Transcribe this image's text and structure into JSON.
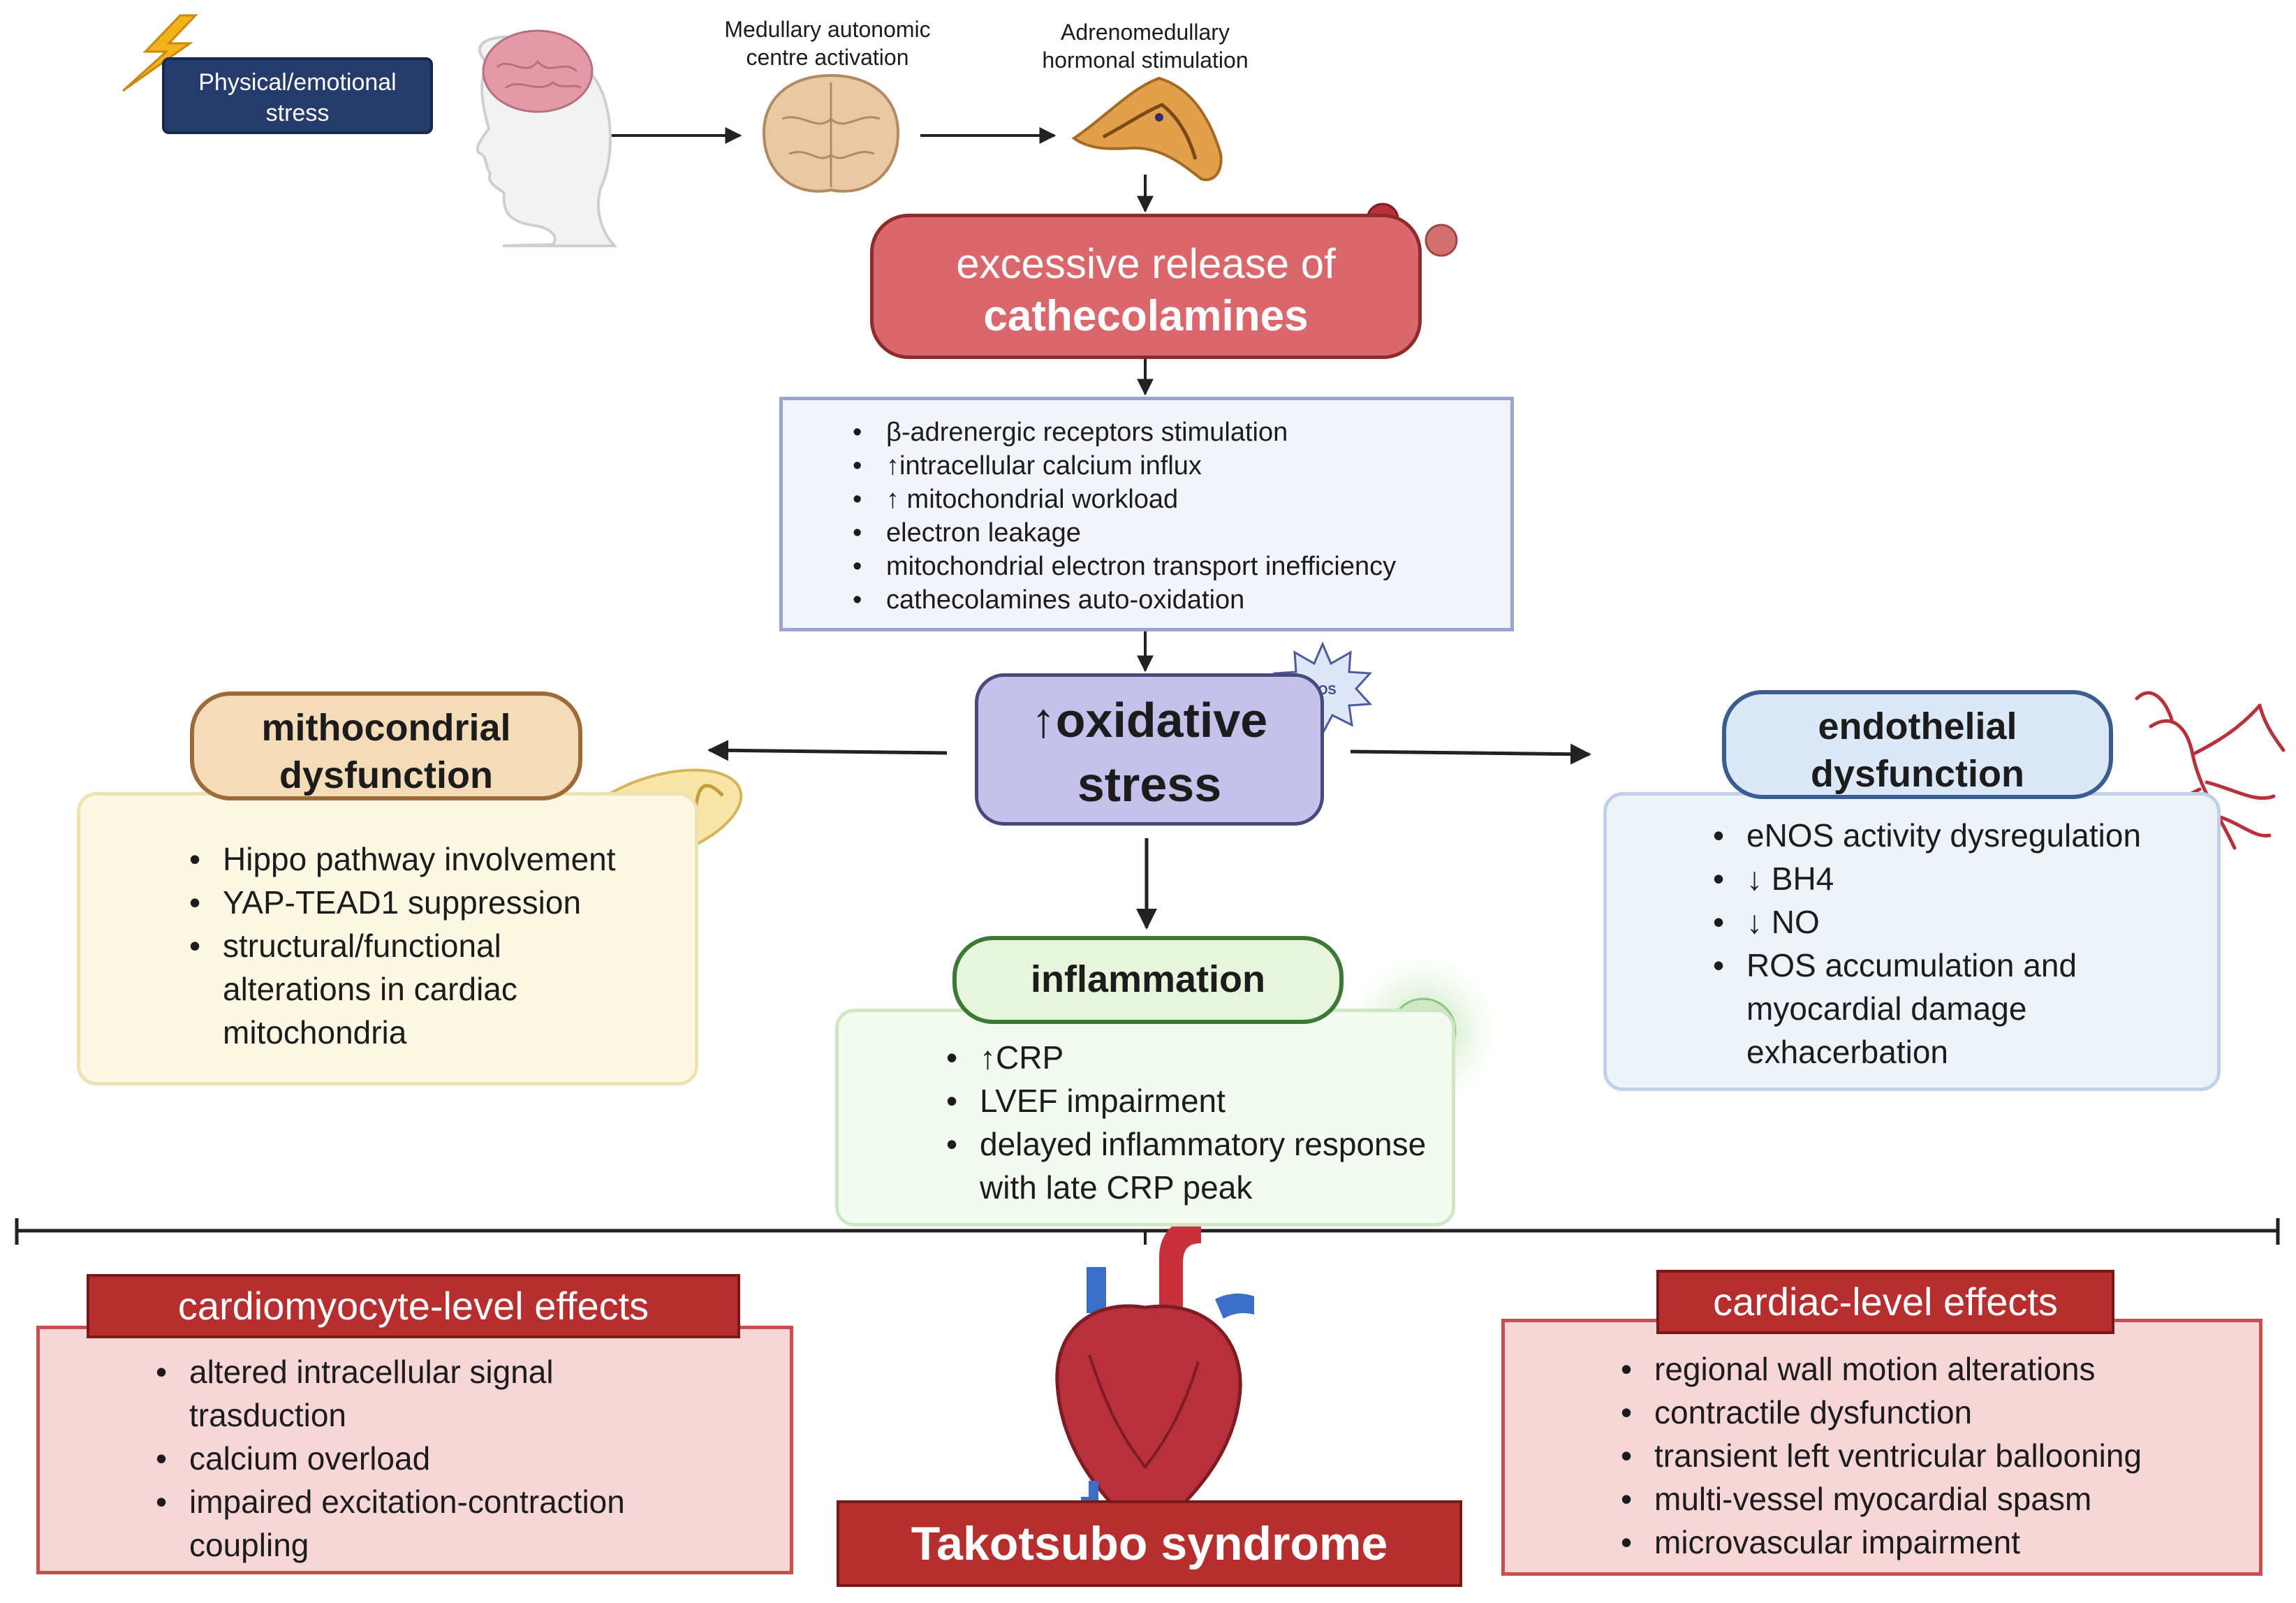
{
  "colors": {
    "stress_badge": "#243b6b",
    "catecholamine_box": "#d9676b",
    "oxidative_box": "#c4c1ea",
    "mitochondrial_title": "#f4dcb8",
    "endothelial_title": "#dbe8f8",
    "inflammation_title": "#e6f5dc",
    "effects_red": "#b72e2e",
    "effects_panel": "#f6d6d6"
  },
  "icons": [
    "lightning-icon",
    "head-brain-icon",
    "medulla-icon",
    "adrenal-gland-icon",
    "vesicle-icon",
    "ros-burst-icon",
    "mitochondrion-icon",
    "cell-glow-icon",
    "blood-vessel-icon",
    "heart-icon"
  ],
  "top": {
    "stress_line1": "Physical/emotional",
    "stress_line2": "stress",
    "medullary_line1": "Medullary autonomic",
    "medullary_line2": "centre activation",
    "adreno_line1": "Adrenomedullary",
    "adreno_line2": "hormonal stimulation"
  },
  "catecholamines": {
    "line1": "excessive release of",
    "line2": "cathecolamines"
  },
  "mechanisms": [
    "β-adrenergic receptors stimulation",
    "↑intracellular calcium influx",
    "↑ mitochondrial workload",
    "electron leakage",
    "mitochondrial electron transport inefficiency",
    "cathecolamines auto-oxidation"
  ],
  "oxidative": {
    "line1": "↑oxidative",
    "line2": "stress",
    "ros_label": "ROS"
  },
  "mitochondrial": {
    "title_line1": "mithocondrial",
    "title_line2": "dysfunction",
    "items": [
      "Hippo pathway involvement",
      "YAP-TEAD1 suppression",
      "structural/functional alterations in cardiac mitochondria"
    ]
  },
  "endothelial": {
    "title_line1": "endothelial",
    "title_line2": "dysfunction",
    "items": [
      "eNOS activity dysregulation",
      "↓ BH4",
      "↓ NO",
      "ROS accumulation and myocardial damage exhacerbation"
    ]
  },
  "inflammation": {
    "title": "inflammation",
    "items": [
      "↑CRP",
      "LVEF impairment",
      "delayed inflammatory response with late CRP peak"
    ]
  },
  "cardiomyocyte": {
    "title": "cardiomyocyte-level effects",
    "items": [
      "altered intracellular signal trasduction",
      "calcium overload",
      "impaired excitation-contraction coupling"
    ]
  },
  "cardiac": {
    "title": "cardiac-level effects",
    "items": [
      "regional wall motion alterations",
      "contractile dysfunction",
      "transient left ventricular ballooning",
      "multi-vessel myocardial spasm",
      "microvascular impairment"
    ]
  },
  "syndrome": "Takotsubo syndrome"
}
